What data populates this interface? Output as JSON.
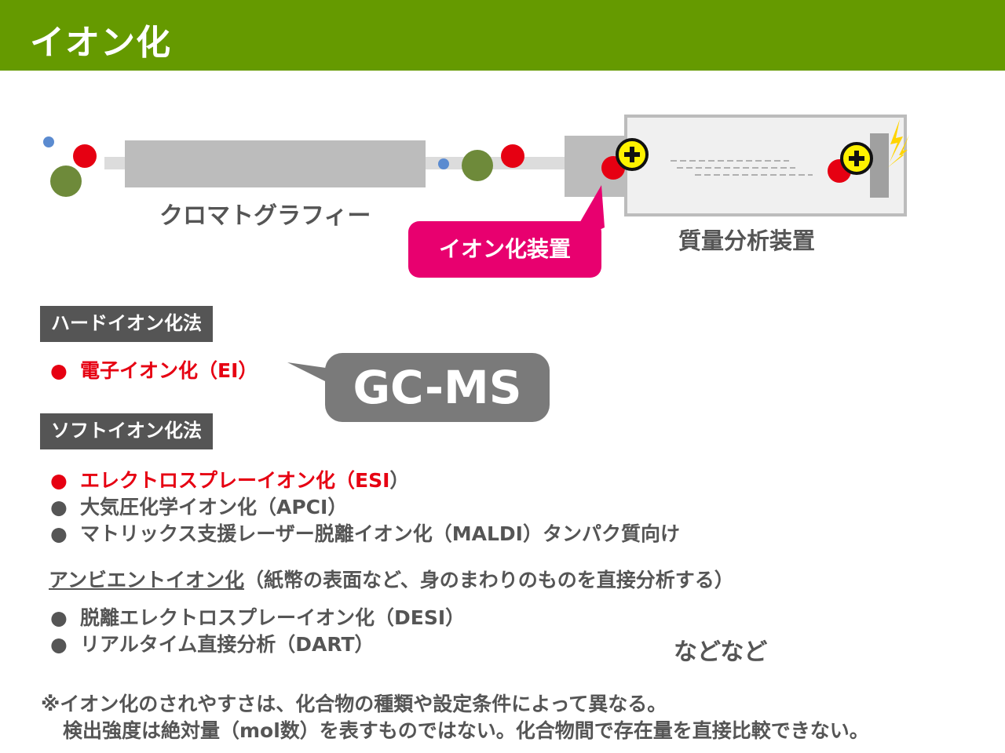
{
  "title": "イオン化",
  "diagram": {
    "chromatography_label": "クロマトグラフィー",
    "ionizer_label": "イオン化装置",
    "ms_label": "質量分析装置"
  },
  "hard": {
    "tag": "ハードイオン化法",
    "items": [
      {
        "text": "電子イオン化（EI）",
        "highlight": true
      }
    ],
    "callout": "GC-MS"
  },
  "soft": {
    "tag": "ソフトイオン化法",
    "items": [
      {
        "text": "エレクトロスプレーイオン化（ESI",
        "suffix": "）",
        "highlight": true
      },
      {
        "text": "大気圧化学イオン化（APCI）",
        "highlight": false
      },
      {
        "text": "マトリックス支援レーザー脱離イオン化（MALDI）タンパク質向け",
        "highlight": false
      }
    ]
  },
  "ambient": {
    "heading": "アンビエントイオン化",
    "description": "（紙幣の表面など、身のまわりのものを直接分析する）",
    "items": [
      {
        "text": "脱離エレクトロスプレーイオン化（DESI）"
      },
      {
        "text": "リアルタイム直接分析（DART）"
      }
    ],
    "etc": "などなど"
  },
  "notes": [
    "※イオン化のされやすさは、化合物の種類や設定条件によって異なる。",
    "検出強度は絶対量（mol数）を表すものではない。化合物間で存在量を直接比較できない。"
  ],
  "bullet": "●",
  "colors": {
    "header": "#659a00",
    "callout": "#e8006f",
    "highlight": "#e60012",
    "text": "#555555"
  }
}
